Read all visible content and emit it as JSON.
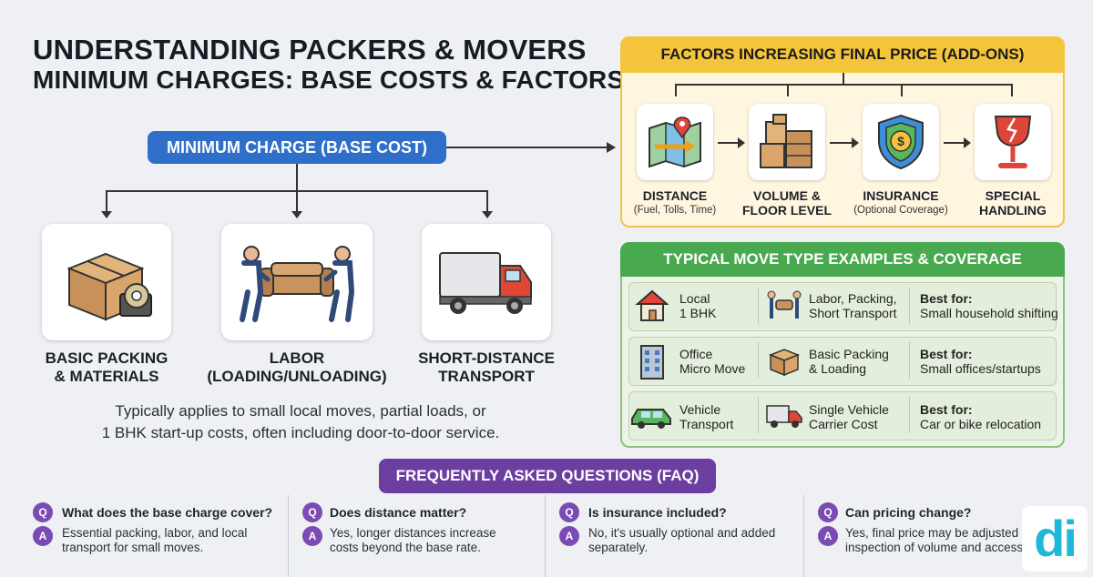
{
  "title": {
    "line1": "UNDERSTANDING PACKERS & MOVERS",
    "line2": "MINIMUM CHARGES: BASE COSTS & FACTORS"
  },
  "base": {
    "label": "MINIMUM CHARGE (BASE COST)",
    "items": [
      {
        "label1": "BASIC PACKING",
        "label2": "& MATERIALS",
        "icon": "box-tape-icon"
      },
      {
        "label1": "LABOR",
        "label2": "(LOADING/UNLOADING)",
        "icon": "movers-carrying-sofa-icon"
      },
      {
        "label1": "SHORT-DISTANCE",
        "label2": "TRANSPORT",
        "icon": "truck-icon"
      }
    ],
    "note1": "Typically applies to small local moves, partial loads, or",
    "note2": "1 BHK start-up costs, often including door-to-door service."
  },
  "factors": {
    "title": "FACTORS INCREASING FINAL PRICE (ADD-ONS)",
    "items": [
      {
        "label1": "DISTANCE",
        "label2": "(Fuel, Tolls, Time)",
        "icon": "map-pin-icon"
      },
      {
        "label1": "VOLUME &",
        "label2": "FLOOR LEVEL",
        "icon": "stacked-boxes-icon"
      },
      {
        "label1": "INSURANCE",
        "label2": "(Optional Coverage)",
        "icon": "shield-dollar-icon"
      },
      {
        "label1": "SPECIAL",
        "label2": "HANDLING",
        "icon": "fragile-glass-icon"
      }
    ]
  },
  "examples": {
    "title": "TYPICAL MOVE TYPE EXAMPLES & COVERAGE",
    "rows": [
      {
        "type1": "Local",
        "type2": "1 BHK",
        "cov1": "Labor, Packing,",
        "cov2": "Short Transport",
        "best_label": "Best for:",
        "best": "Small household shifting",
        "icon1": "house-icon",
        "icon2": "movers-icon"
      },
      {
        "type1": "Office",
        "type2": "Micro Move",
        "cov1": "Basic Packing",
        "cov2": "& Loading",
        "best_label": "Best for:",
        "best": "Small offices/startups",
        "icon1": "office-building-icon",
        "icon2": "box-icon"
      },
      {
        "type1": "Vehicle",
        "type2": "Transport",
        "cov1": "Single Vehicle",
        "cov2": "Carrier Cost",
        "best_label": "Best for:",
        "best": "Car or bike relocation",
        "icon1": "car-icon",
        "icon2": "truck-icon"
      }
    ]
  },
  "faq": {
    "title": "FREQUENTLY ASKED QUESTIONS (FAQ)",
    "q_badge": "Q",
    "a_badge": "A",
    "items": [
      {
        "q": "What does the base charge cover?",
        "a1": "Essential packing, labor, and local",
        "a2": "transport for small moves."
      },
      {
        "q": "Does distance matter?",
        "a1": "Yes, longer distances increase",
        "a2": "costs beyond the base rate."
      },
      {
        "q": "Is insurance included?",
        "a1": "No, it's usually optional and added",
        "a2": "separately."
      },
      {
        "q": "Can pricing change?",
        "a1": "Yes, final price may be adjusted",
        "a2": "inspection of volume and access"
      }
    ]
  },
  "logo": {
    "text": "di"
  }
}
